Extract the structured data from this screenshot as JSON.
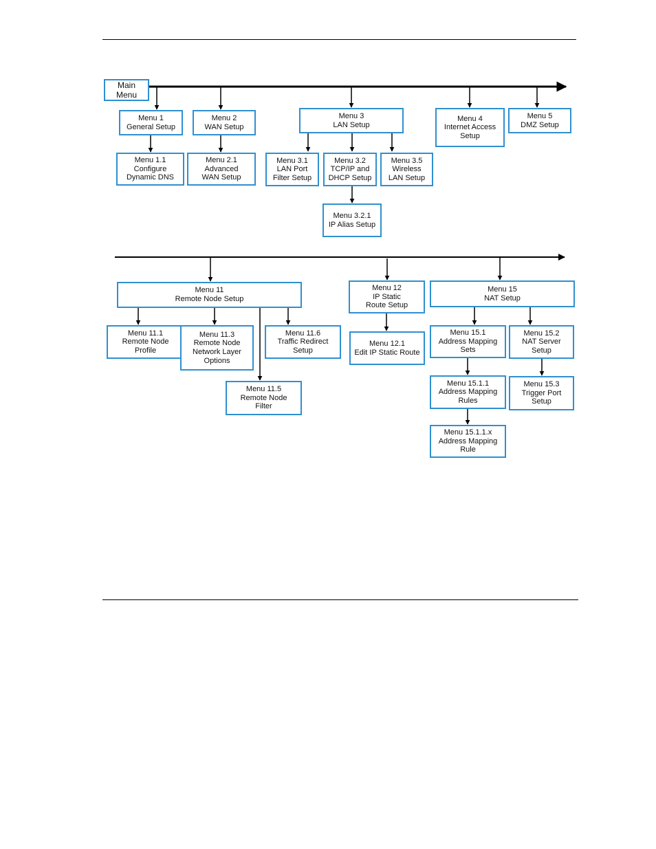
{
  "menu_tree": {
    "main": [
      "Main",
      "Menu"
    ],
    "menu1": [
      "Menu 1",
      "General Setup"
    ],
    "menu1_1": [
      "Menu 1.1",
      "Configure",
      "Dynamic DNS"
    ],
    "menu2": [
      "Menu 2",
      "WAN Setup"
    ],
    "menu2_1": [
      "Menu 2.1",
      "Advanced",
      "WAN Setup"
    ],
    "menu3": [
      "Menu 3",
      "LAN Setup"
    ],
    "menu3_1": [
      "Menu 3.1",
      "LAN Port",
      "Filter Setup"
    ],
    "menu3_2": [
      "Menu 3.2",
      "TCP/IP and",
      "DHCP Setup"
    ],
    "menu3_5": [
      "Menu 3.5",
      "Wireless",
      "LAN Setup"
    ],
    "menu3_2_1": [
      "Menu 3.2.1",
      "IP Alias  Setup"
    ],
    "menu4": [
      "Menu 4",
      "Internet Access",
      "Setup"
    ],
    "menu5": [
      "Menu 5",
      "DMZ Setup"
    ],
    "menu11": [
      "Menu 11",
      "Remote Node Setup"
    ],
    "menu11_1": [
      "Menu 11.1",
      "Remote Node",
      "Profile"
    ],
    "menu11_3": [
      "Menu 11.3",
      "Remote Node",
      "Network Layer",
      "Options"
    ],
    "menu11_5": [
      "Menu 11.5",
      "Remote Node",
      "Filter"
    ],
    "menu11_6": [
      "Menu 11.6",
      "Traffic Redirect",
      "Setup"
    ],
    "menu12": [
      "Menu 12",
      "IP Static",
      "Route Setup"
    ],
    "menu12_1": [
      "Menu 12.1",
      "Edit IP Static Route"
    ],
    "menu15": [
      "Menu 15",
      "NAT Setup"
    ],
    "menu15_1": [
      "Menu 15.1",
      "Address Mapping",
      "Sets"
    ],
    "menu15_1_1": [
      "Menu 15.1.1",
      "Address Mapping",
      "Rules"
    ],
    "menu15_1_1_x": [
      "Menu 15.1.1.x",
      "Address Mapping",
      "Rule"
    ],
    "menu15_2": [
      "Menu 15.2",
      "NAT Server",
      "Setup"
    ],
    "menu15_3": [
      "Menu 15.3",
      "Trigger Port",
      "Setup"
    ]
  },
  "colors": {
    "box_border": "#2f8fd0",
    "line": "#000000",
    "text": "#111111"
  }
}
